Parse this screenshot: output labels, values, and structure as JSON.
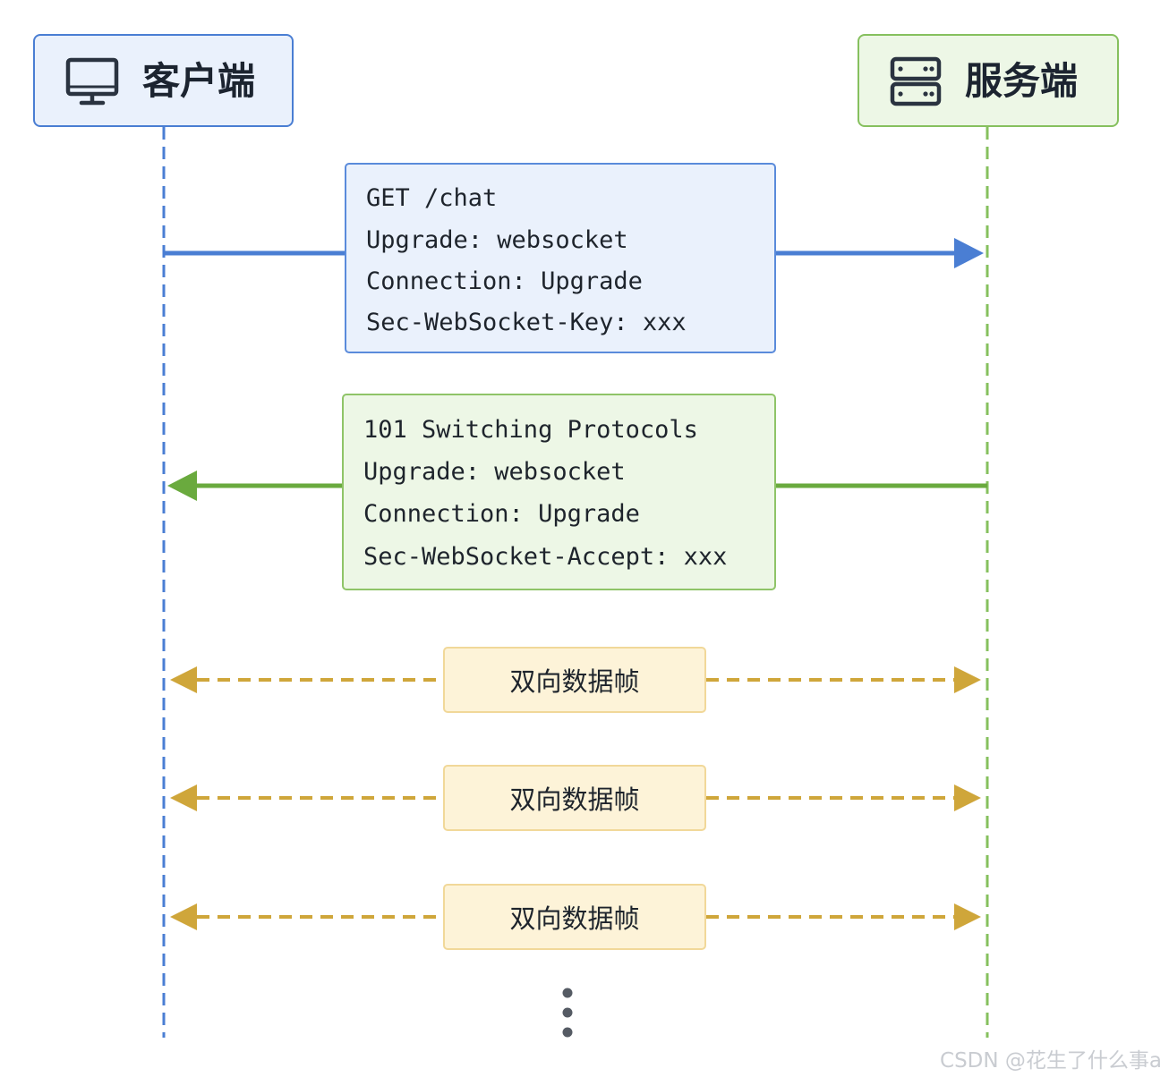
{
  "actors": {
    "client": {
      "label": "客户端",
      "icon": "monitor-icon"
    },
    "server": {
      "label": "服务端",
      "icon": "server-icon"
    }
  },
  "messages": {
    "request": {
      "direction": "client-to-server",
      "lines": [
        "GET /chat",
        "Upgrade: websocket",
        "Connection: Upgrade",
        "Sec-WebSocket-Key: xxx"
      ]
    },
    "response": {
      "direction": "server-to-client",
      "lines": [
        "101 Switching Protocols",
        "Upgrade: websocket",
        "Connection: Upgrade",
        "Sec-WebSocket-Accept: xxx"
      ]
    }
  },
  "frames": [
    {
      "label": "双向数据帧",
      "direction": "bidirectional"
    },
    {
      "label": "双向数据帧",
      "direction": "bidirectional"
    },
    {
      "label": "双向数据帧",
      "direction": "bidirectional"
    }
  ],
  "continuation": "vertical-ellipsis",
  "watermark": "CSDN @花生了什么事a",
  "colors": {
    "client": "#4a7ed3",
    "server": "#6aaa3e",
    "frame_arrow": "#cfa63a",
    "client_fill": "#eaf1fc",
    "server_fill": "#edf7e6",
    "frame_fill": "#fdf3d8"
  }
}
